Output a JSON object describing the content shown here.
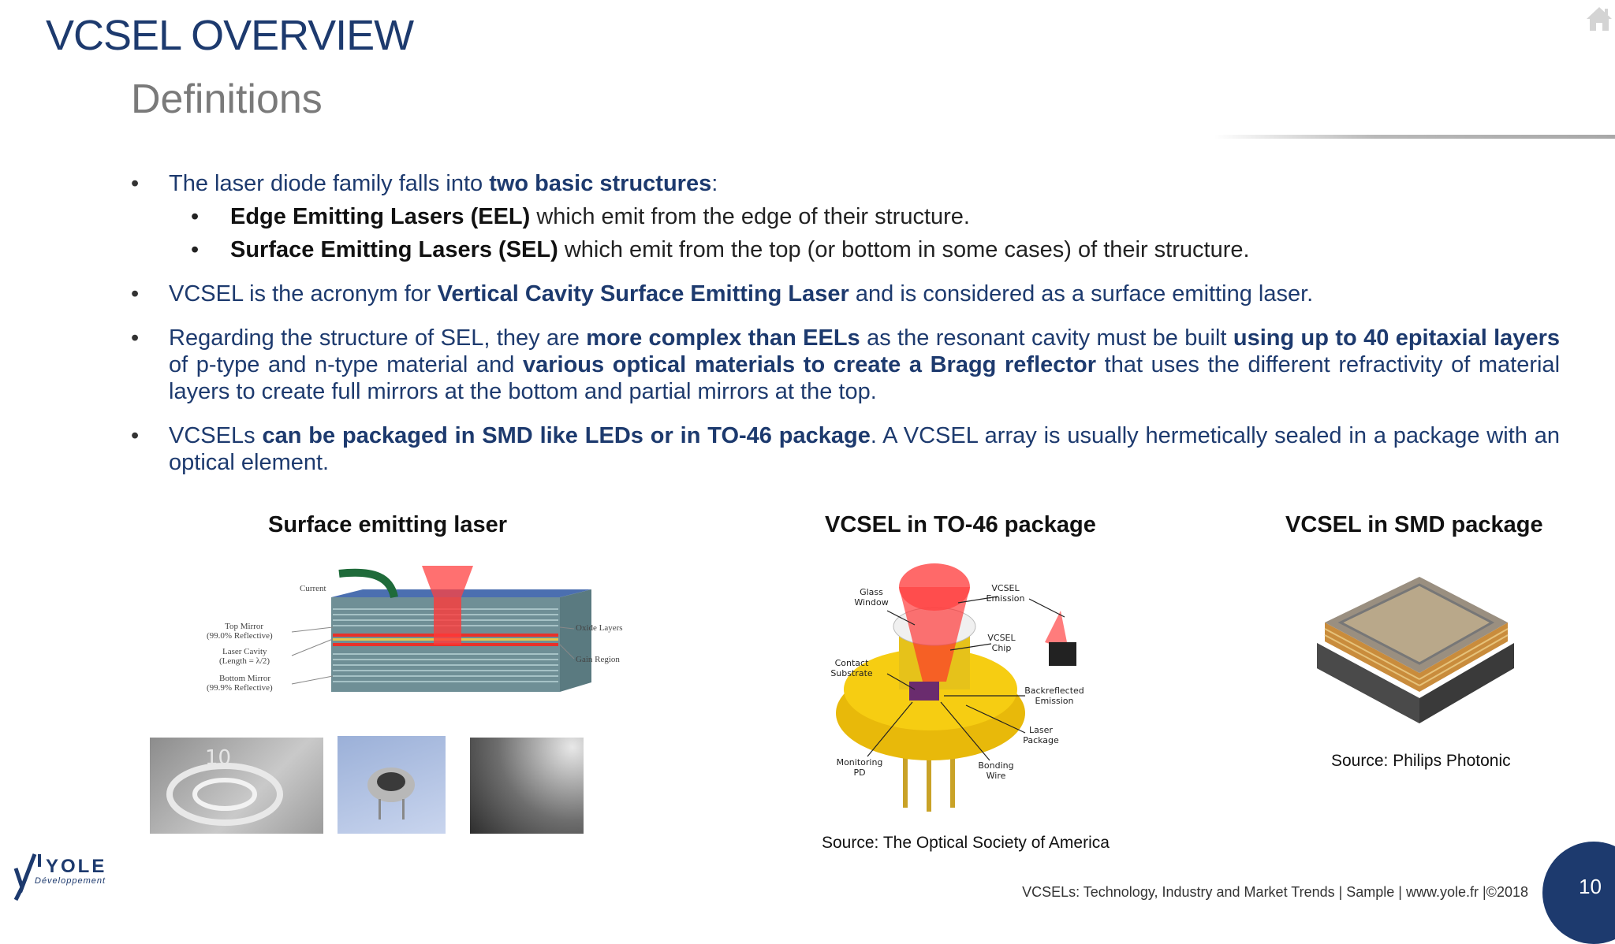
{
  "header": {
    "title": "VCSEL OVERVIEW",
    "subtitle": "Definitions",
    "home_icon": "home-icon"
  },
  "bullets": {
    "b1": {
      "pre": "The laser diode family falls into ",
      "bold": "two basic structures",
      "post": ":"
    },
    "b1_sub1": {
      "bold": "Edge Emitting Lasers (EEL)",
      "post": " which emit from the edge of their structure."
    },
    "b1_sub2": {
      "bold": "Surface Emitting Lasers (SEL)",
      "post": " which emit from the top (or bottom in some cases) of their structure."
    },
    "b2": {
      "pre": "VCSEL is the acronym for ",
      "bold": "Vertical Cavity Surface Emitting Laser",
      "post": " and is considered as a surface emitting laser."
    },
    "b3": {
      "pre": "Regarding the structure of SEL, they are ",
      "bold1": "more complex than EELs",
      "mid1": " as the resonant cavity must be built ",
      "bold2": "using up to 40 epitaxial layers",
      "mid2": " of p-type and n-type material and ",
      "bold3": "various optical materials to create a Bragg reflector",
      "post": " that uses the different refractivity of material layers to create full mirrors at the bottom and partial mirrors at the top."
    },
    "b4": {
      "pre": "VCSELs ",
      "bold": "can be packaged in SMD like LEDs or in TO-46 package",
      "post": ". A VCSEL array is usually hermetically sealed in a package with an optical element."
    }
  },
  "figures": {
    "sel": {
      "caption": "Surface emitting laser",
      "labels": {
        "current": "Current",
        "top_mirror_1": "Top Mirror",
        "top_mirror_2": "(99.0% Reflective)",
        "laser_cavity_1": "Laser Cavity",
        "laser_cavity_2": "(Length = λ/2)",
        "bottom_mirror_1": "Bottom Mirror",
        "bottom_mirror_2": "(99.9% Reflective)",
        "oxide_layers": "Oxide Layers",
        "gain_region": "Gain Region"
      },
      "photo_text": "10"
    },
    "to46": {
      "caption": "VCSEL in TO-46 package",
      "labels": {
        "glass_window_1": "Glass",
        "glass_window_2": "Window",
        "vcsel_emission_1": "VCSEL",
        "vcsel_emission_2": "Emission",
        "vcsel_chip_1": "VCSEL",
        "vcsel_chip_2": "Chip",
        "contact_substrate_1": "Contact",
        "contact_substrate_2": "Substrate",
        "backreflected_1": "Backreflected",
        "backreflected_2": "Emission",
        "laser_package_1": "Laser",
        "laser_package_2": "Package",
        "monitoring_pd_1": "Monitoring",
        "monitoring_pd_2": "PD",
        "bonding_wire_1": "Bonding",
        "bonding_wire_2": "Wire"
      },
      "source": "Source: The Optical Society of America"
    },
    "smd": {
      "caption": "VCSEL in SMD package",
      "source": "Source: Philips Photonic"
    }
  },
  "footer": {
    "text": "VCSELs: Technology, Industry and Market Trends | Sample | www.yole.fr  |©2018",
    "page_number": "10",
    "logo_name": "YOLE",
    "logo_sub": "Développement"
  }
}
